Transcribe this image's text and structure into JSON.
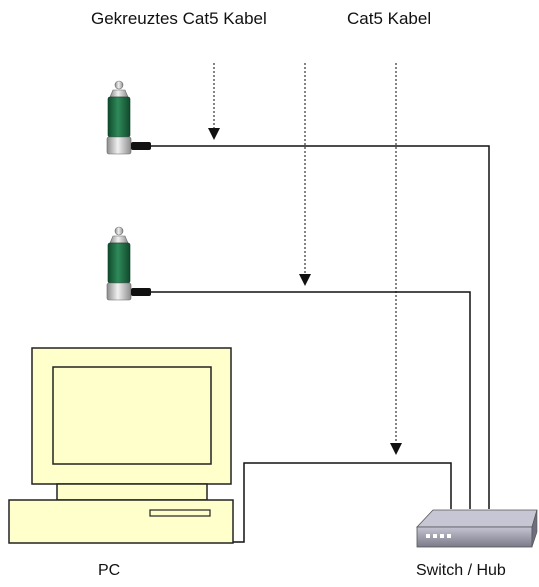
{
  "labels": {
    "crossed_cable": "Gekreuztes Cat5 Kabel",
    "straight_cable": "Cat5 Kabel",
    "pc": "PC",
    "switch": "Switch / Hub"
  },
  "colors": {
    "background": "#ffffff",
    "line": "#111111",
    "dotted": "#333333",
    "device_green": "#1f6e44",
    "device_silver": "#c8c8c8",
    "pc_body": "#ffffcc",
    "pc_outline": "#222222",
    "switch_body": "#8a8a9a",
    "switch_top": "#b8b8c8"
  },
  "icons": {
    "device_1": "network-camera-icon",
    "device_2": "network-camera-icon",
    "pc": "desktop-computer-icon",
    "switch": "network-switch-icon"
  }
}
